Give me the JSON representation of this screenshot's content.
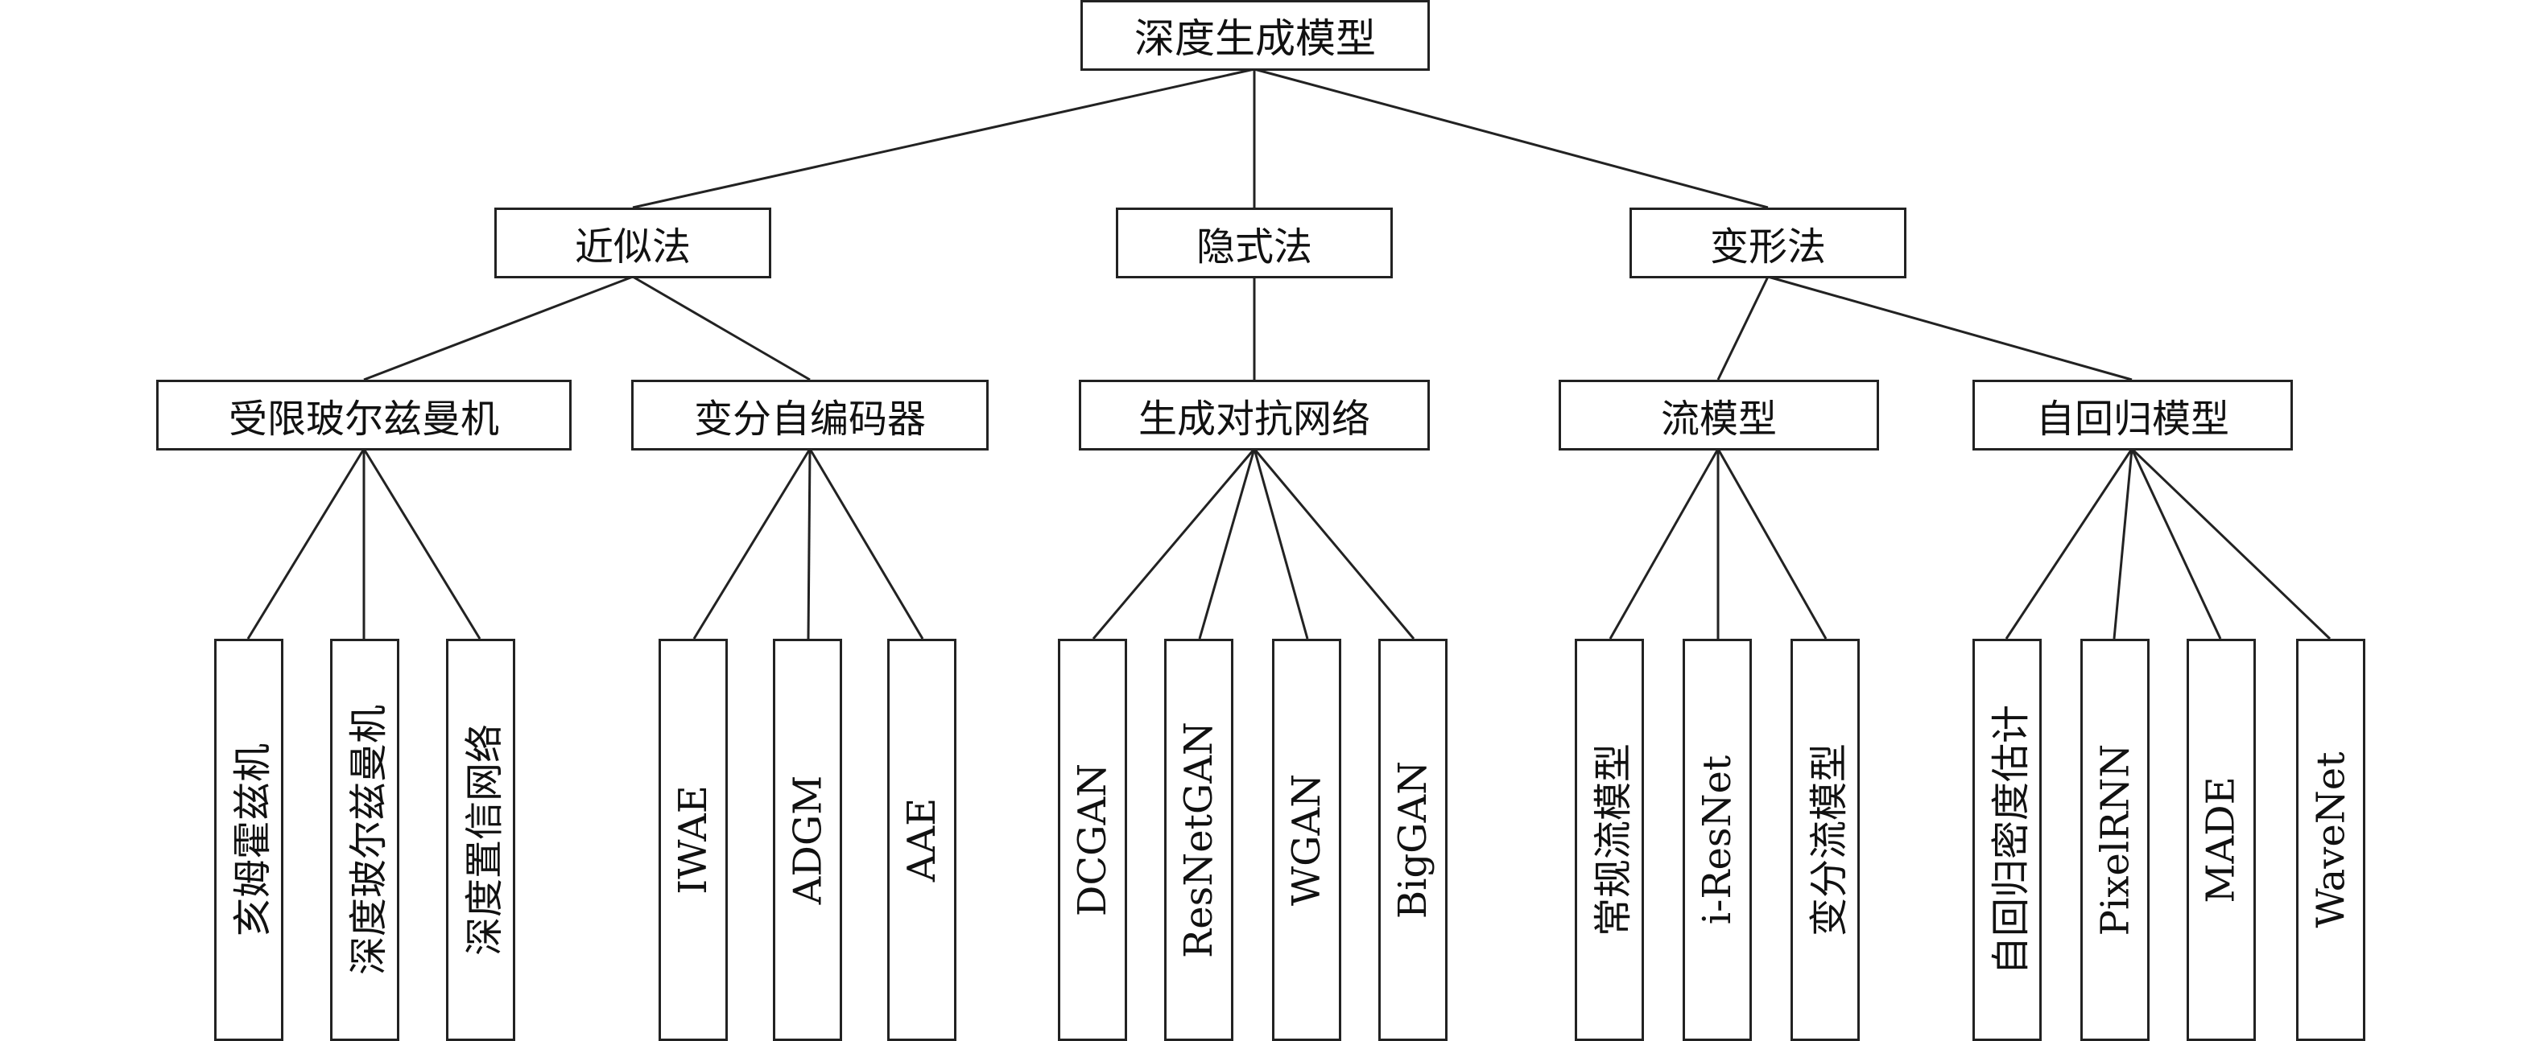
{
  "root": "深度生成模型",
  "categories": [
    {
      "label": "近似法",
      "families": [
        {
          "label": "受限玻尔兹曼机",
          "models": [
            "亥姆霍兹机",
            "深度玻尔兹曼机",
            "深度置信网络"
          ]
        },
        {
          "label": "变分自编码器",
          "models": [
            "IWAE",
            "ADGM",
            "AAE"
          ]
        }
      ]
    },
    {
      "label": "隐式法",
      "families": [
        {
          "label": "生成对抗网络",
          "models": [
            "DCGAN",
            "ResNetGAN",
            "WGAN",
            "BigGAN"
          ]
        }
      ]
    },
    {
      "label": "变形法",
      "families": [
        {
          "label": "流模型",
          "models": [
            "常规流模型",
            "i-ResNet",
            "变分流模型"
          ]
        },
        {
          "label": "自回归模型",
          "models": [
            "自回归密度估计",
            "PixelRNN",
            "MADE",
            "WaveNet"
          ]
        }
      ]
    }
  ]
}
